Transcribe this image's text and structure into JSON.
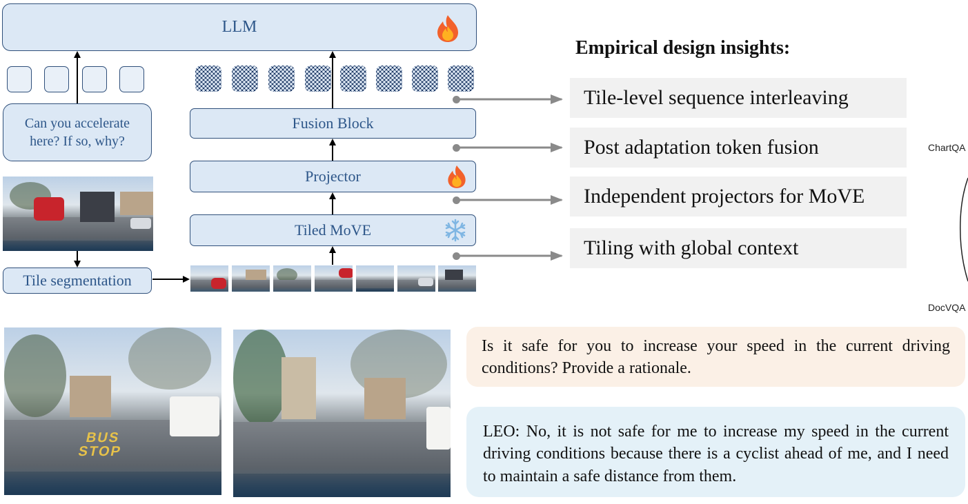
{
  "diagram": {
    "llm_label": "LLM",
    "question_box": "Can you accelerate here? If so, why?",
    "tile_segmentation_label": "Tile segmentation",
    "fusion_block_label": "Fusion Block",
    "projector_label": "Projector",
    "tiled_move_label": "Tiled MoVE",
    "icons": {
      "llm": "fire-icon",
      "projector": "fire-icon",
      "tiled_move": "snowflake-icon"
    },
    "text_token_count": 4,
    "visual_token_count": 8,
    "tile_count": 7
  },
  "insights": {
    "title": "Empirical design insights:",
    "items": [
      "Tile-level sequence interleaving",
      "Post adaptation token fusion",
      "Independent projectors for MoVE",
      "Tiling with global context"
    ]
  },
  "side_labels": {
    "top": "ChartQA",
    "bottom": "DocVQA"
  },
  "example": {
    "question": "Is it safe for you to increase your speed in the current driving conditions? Provide a rationale.",
    "answer": "LEO: No, it is not safe for me to increase my speed in the current driving conditions because there is a cyclist ahead of me, and I need to maintain a safe distance from them.",
    "road_marking_text": "BUS STOP"
  },
  "colors": {
    "box_fill": "#dce8f5",
    "box_border": "#2f4f7a",
    "box_text": "#2d5689",
    "insight_fill": "#f1f1f1",
    "question_fill": "#fbf0e6",
    "answer_fill": "#e4f1f8"
  }
}
